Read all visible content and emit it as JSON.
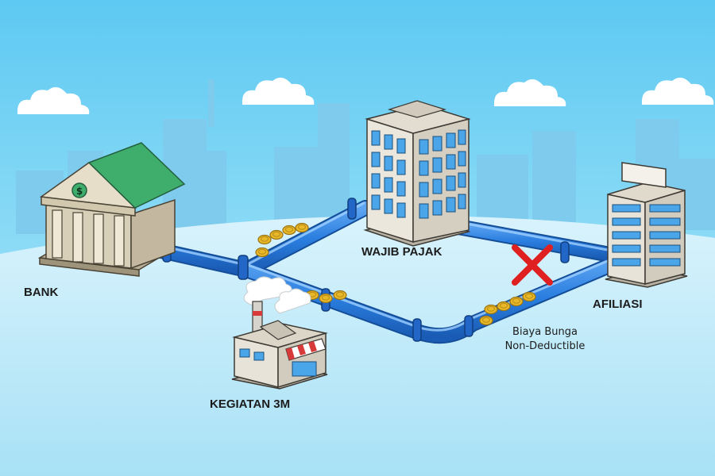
{
  "nodes": {
    "bank": "BANK",
    "taxpayer": "WAJIB PAJAK",
    "affiliate": "AFILIASI",
    "activity": "KEGIATAN 3M"
  },
  "note": {
    "line1": "Biaya Bunga",
    "line2": "Non-Deductible"
  },
  "icons": {
    "bank_emblem": "dollar-sign-icon",
    "blocked_flow": "red-x-icon"
  },
  "colors": {
    "sky": "#5ec9f2",
    "pipe": "#2b7fe0",
    "coin": "#e8b829",
    "bank_roof": "#3fae6c",
    "blocked": "#e02020"
  }
}
